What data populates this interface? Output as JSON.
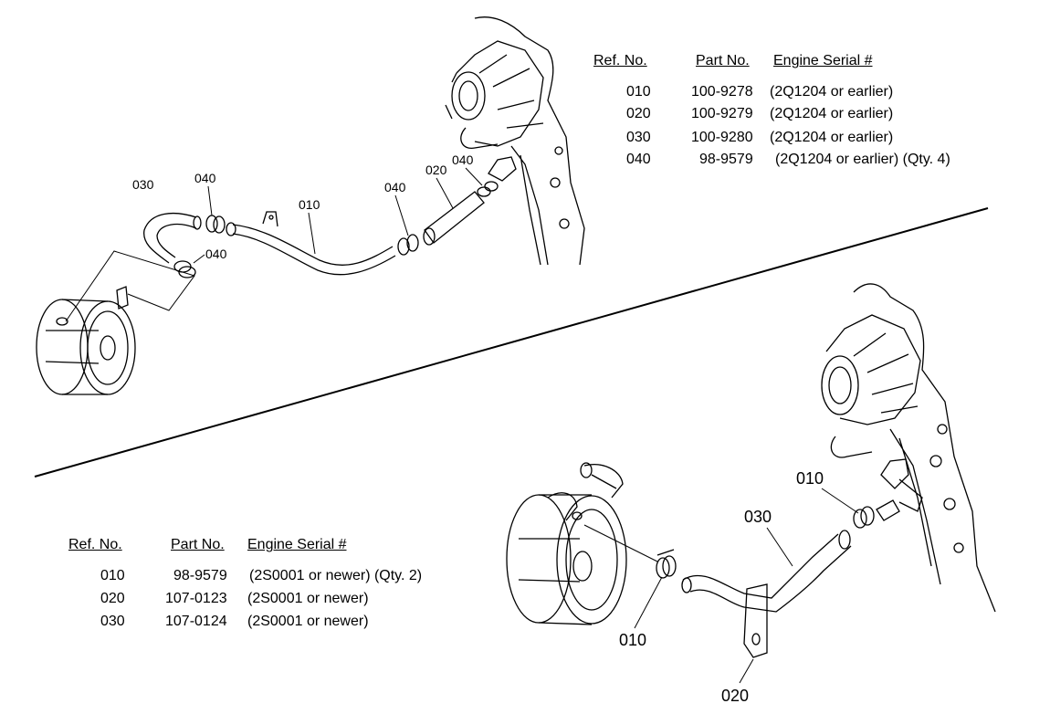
{
  "top_table": {
    "headers": {
      "ref": "Ref. No.",
      "part": "Part No.",
      "serial": "Engine Serial #"
    },
    "rows": [
      {
        "ref": "010",
        "part": "100-9278",
        "serial": "(2Q1204 or earlier)"
      },
      {
        "ref": "020",
        "part": "100-9279",
        "serial": "(2Q1204 or earlier)"
      },
      {
        "ref": "030",
        "part": "100-9280",
        "serial": "(2Q1204 or earlier)"
      },
      {
        "ref": "040",
        "part": "98-9579",
        "serial": "(2Q1204 or earlier) (Qty. 4)"
      }
    ]
  },
  "bottom_table": {
    "headers": {
      "ref": "Ref. No.",
      "part": "Part No.",
      "serial": "Engine Serial #"
    },
    "rows": [
      {
        "ref": "010",
        "part": "98-9579",
        "serial": "(2S0001 or newer) (Qty. 2)"
      },
      {
        "ref": "020",
        "part": "107-0123",
        "serial": "(2S0001 or newer)"
      },
      {
        "ref": "030",
        "part": "107-0124",
        "serial": "(2S0001 or newer)"
      }
    ]
  },
  "top_callouts": {
    "c030": "030",
    "c040_a": "040",
    "c040_b": "040",
    "c010": "010",
    "c040_c": "040",
    "c020": "020",
    "c040_d": "040"
  },
  "bottom_callouts": {
    "c010_a": "010",
    "c030": "030",
    "c010_b": "010",
    "c020": "020"
  }
}
